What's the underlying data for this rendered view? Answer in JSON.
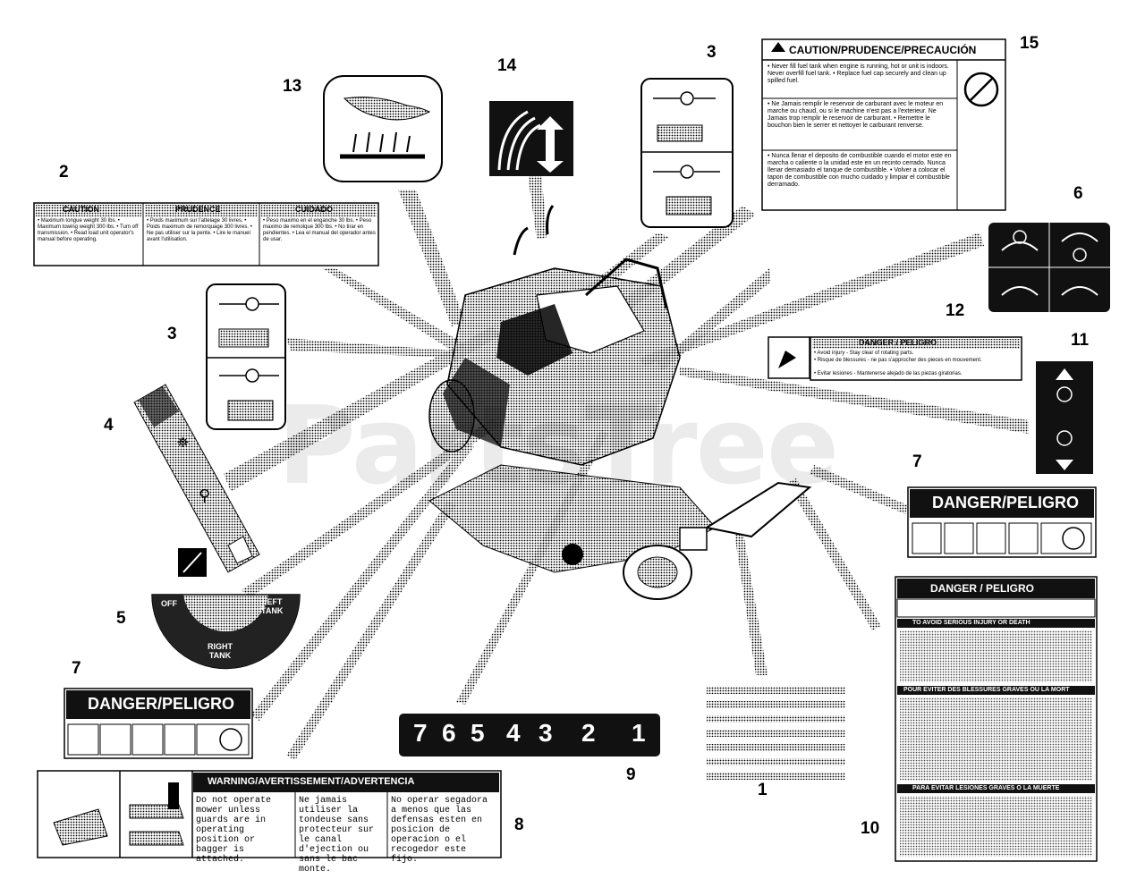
{
  "callouts": {
    "n1": "1",
    "n2": "2",
    "n3a": "3",
    "n3b": "3",
    "n4": "4",
    "n5": "5",
    "n6": "6",
    "n7a": "7",
    "n7b": "7",
    "n8": "8",
    "n9": "9",
    "n10": "10",
    "n11": "11",
    "n12": "12",
    "n13": "13",
    "n14": "14",
    "n15": "15"
  },
  "watermark": "PartsTree",
  "label15": {
    "title": "CAUTION/PRUDENCE/PRECAUCIÓN",
    "en": "• Never fill fuel tank when engine is running, hot or unit is indoors. Never overfill fuel tank. • Replace fuel cap securely and clean up spilled fuel.",
    "fr": "• Ne Jamais remplir le reservoir de carburant avec le moteur en marche ou chaud, ou si le machine n'est pas a l'exterieur. Ne Jamais trop remplir le reservoir de carburant. • Remettre le bouchon bien le serrer et nettoyer le carburant renverse.",
    "es": "• Nunca llenar el deposito de combustible cuando el motor este en marcha o caliente o la unidad este en un recinto cerrado. Nunca llenar demasiado el tanque de combustible. • Volver a colocar el tapon de combustible con mucho cuidado y limpiar el combustible derramado."
  },
  "label2": {
    "h1": "CAUTION",
    "h2": "PRUDENCE",
    "h3": "CUIDADO",
    "c1": "• Maximum tongue weight 30 lbs. • Maximum towing weight 300 lbs. • Turn off transmission. • Read load unit operator's manual before operating.",
    "c2": "• Poids maximum sur l'attelage 30 livres. • Poids maximum de remorquage 300 livres. • Ne pas utiliser sur la pente. • Lire le manuel avant l'utilisation.",
    "c3": "• Peso maximo en el enganche 30 lbs. • Peso maximo de remolque 300 lbs. • No tirar en pendientes. • Lea el manual del operador antes de usar."
  },
  "label12": {
    "title": "DANGER / PELIGRO",
    "en": "• Avoid injury - Stay clear of rotating parts.",
    "fr": "• Risque de blessures - ne pas s'approcher des pieces en mouvement.",
    "es": "• Evitar lesiones - Mantenerse alejado de las piezas giratorias."
  },
  "label7": {
    "title": "DANGER/PELIGRO"
  },
  "label10": {
    "title": "DANGER / PELIGRO",
    "sub1": "TO AVOID SERIOUS INJURY OR DEATH",
    "sub2": "POUR EVITER DES BLESSURES GRAVES OU LA MORT",
    "sub3": "PARA EVITAR LESIONES GRAVES O LA MUERTE"
  },
  "label8": {
    "title": "WARNING/AVERTISSEMENT/ADVERTENCIA",
    "en": "Do not operate mower unless guards are in operating position or bagger is attached.",
    "fr": "Ne jamais utiliser la tondeuse sans protecteur sur le canal d'ejection ou sans le bac monte.",
    "es": "No operar segadora a menos que las defensas esten en posicion de operacion o el recogedor este fijo."
  },
  "label5": {
    "off": "OFF",
    "left": "LEFT\nTANK",
    "right": "RIGHT\nTANK"
  },
  "label9": {
    "digits": [
      "7",
      "6",
      "5",
      "4",
      "3",
      "2",
      "1"
    ]
  }
}
